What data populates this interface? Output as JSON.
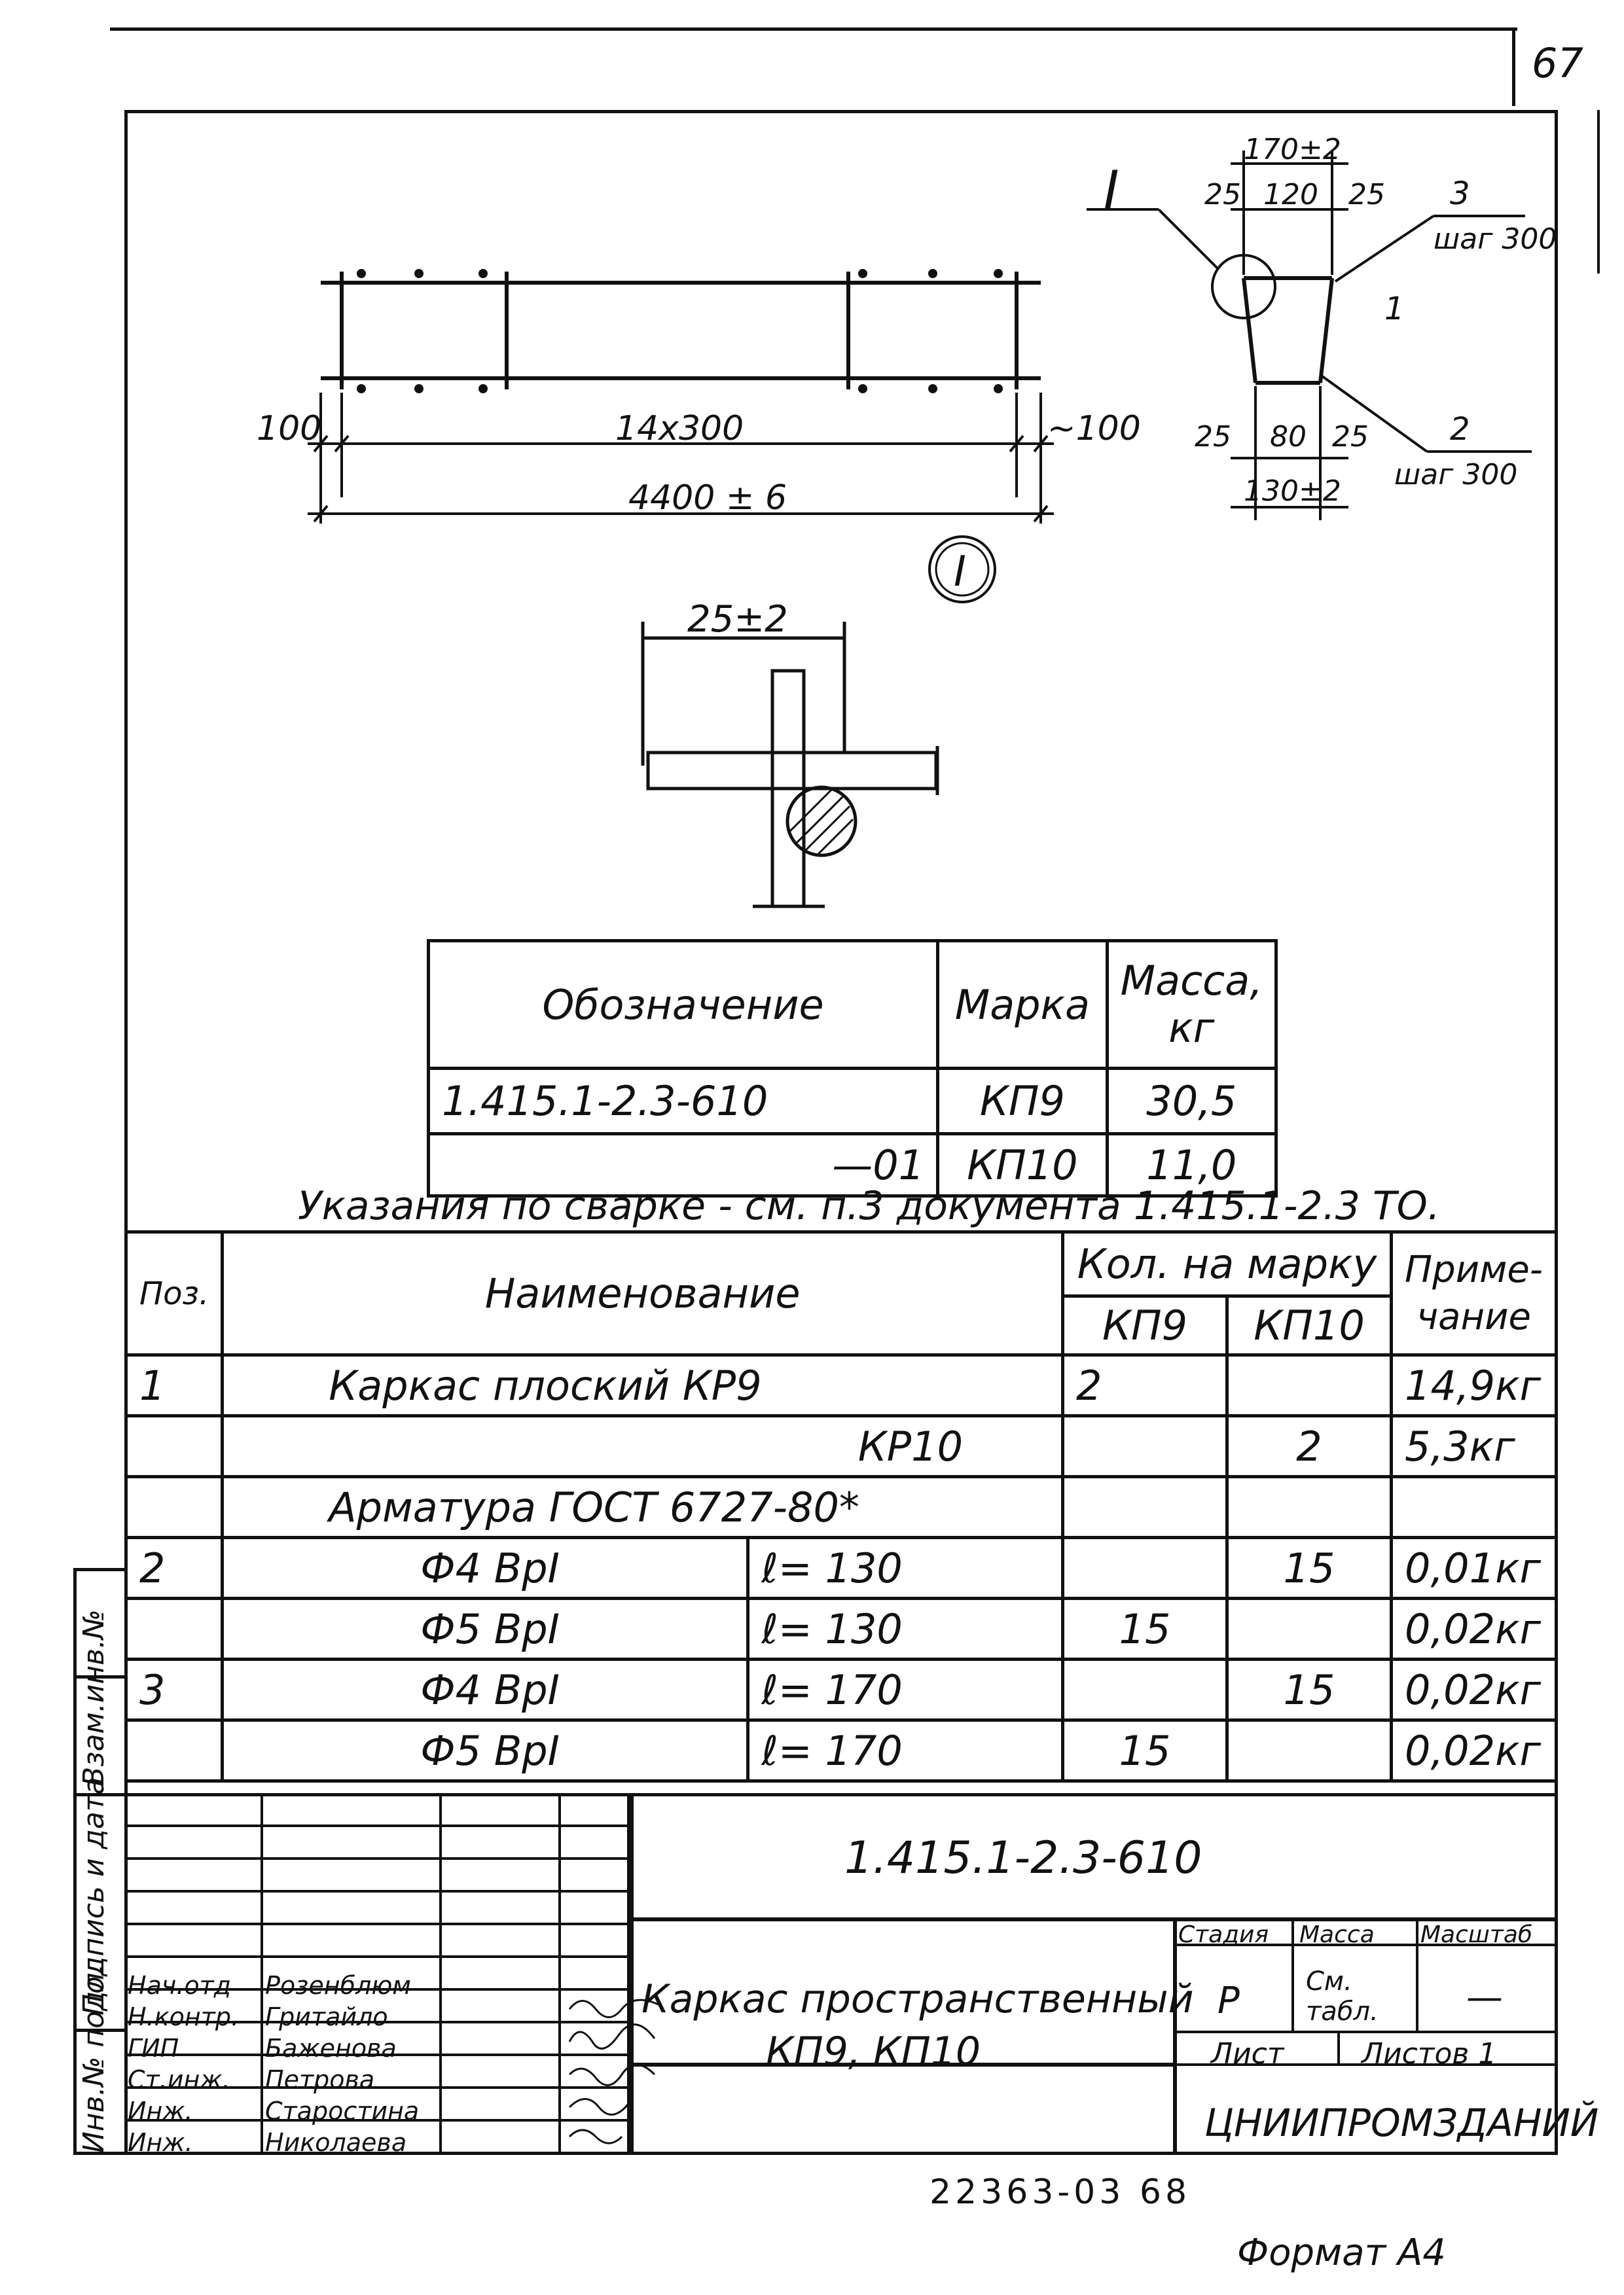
{
  "page_number": "67",
  "doc_number": "22363-03 68",
  "format": "Формат А4",
  "drawing": {
    "dims": {
      "left_end": "100",
      "right_end": "~100",
      "spacing": "14x300",
      "overall": "4400 ± 6",
      "section_top": "170±2",
      "section_25a": "25",
      "section_120": "120",
      "section_25b": "25",
      "section_25c": "25",
      "section_80": "80",
      "section_25d": "25",
      "section_bottom": "130±2",
      "pos3_label": "3",
      "pos3_step": "шаг 300",
      "pos1_label": "1",
      "pos2_label": "2",
      "pos2_step": "шаг 300",
      "node_callout": "I",
      "node_title": "I",
      "detail_dim": "25±2"
    }
  },
  "marks_table": {
    "headers": {
      "designation": "Обозначение",
      "mark": "Марка",
      "mass": "Масса, кг"
    },
    "rows": [
      {
        "designation": "1.415.1-2.3-610",
        "mark": "КП9",
        "mass": "30,5"
      },
      {
        "designation": "—01",
        "mark": "КП10",
        "mass": "11,0"
      }
    ]
  },
  "welding_note": "Указания по сварке - см. п.3 документа 1.415.1-2.3 ТО.",
  "spec_table": {
    "headers": {
      "pos": "Поз.",
      "name": "Наименование",
      "qty": "Кол. на марку",
      "kp9": "КП9",
      "kp10": "КП10",
      "note": "Приме-чание"
    },
    "rows": [
      {
        "pos": "1",
        "name": "Каркас  плоский   КР9",
        "length": "",
        "kp9": "2",
        "kp10": "",
        "note": "14,9кг"
      },
      {
        "pos": "",
        "name": "КР10",
        "length": "",
        "kp9": "",
        "kp10": "2",
        "note": "5,3кг"
      },
      {
        "pos": "",
        "name": "Арматура  ГОСТ 6727-80*",
        "length": "",
        "kp9": "",
        "kp10": "",
        "note": ""
      },
      {
        "pos": "2",
        "name": "Ф4 ВрI",
        "length": "ℓ= 130",
        "kp9": "",
        "kp10": "15",
        "note": "0,01кг"
      },
      {
        "pos": "",
        "name": "Ф5 ВрI",
        "length": "ℓ= 130",
        "kp9": "15",
        "kp10": "",
        "note": "0,02кг"
      },
      {
        "pos": "3",
        "name": "Ф4 ВрI",
        "length": "ℓ= 170",
        "kp9": "",
        "kp10": "15",
        "note": "0,02кг"
      },
      {
        "pos": "",
        "name": "Ф5 ВрI",
        "length": "ℓ= 170",
        "kp9": "15",
        "kp10": "",
        "note": "0,02кг"
      }
    ]
  },
  "title_block": {
    "code": "1.415.1-2.3-610",
    "title_line1": "Каркас пространственный",
    "title_line2": "КП9, КП10",
    "stage_label": "Стадия",
    "mass_label": "Масса",
    "scale_label": "Масштаб",
    "stage": "Р",
    "mass": "См. табл.",
    "scale": "—",
    "sheet_label": "Лист",
    "sheets_label": "Листов 1",
    "org": "ЦНИИПРОМЗДАНИЙ",
    "people": [
      {
        "role": "Нач.отд",
        "name": "Розенблюм"
      },
      {
        "role": "Н.контр.",
        "name": "Гритайло"
      },
      {
        "role": "ГИП",
        "name": "Баженова"
      },
      {
        "role": "Ст.инж.",
        "name": "Петрова"
      },
      {
        "role": "Инж.",
        "name": "Старостина"
      },
      {
        "role": "Инж.",
        "name": "Николаева"
      }
    ],
    "side_stamps": [
      "Инв.№ подл.",
      "Подпись и дата",
      "Взам.инв.№"
    ]
  }
}
